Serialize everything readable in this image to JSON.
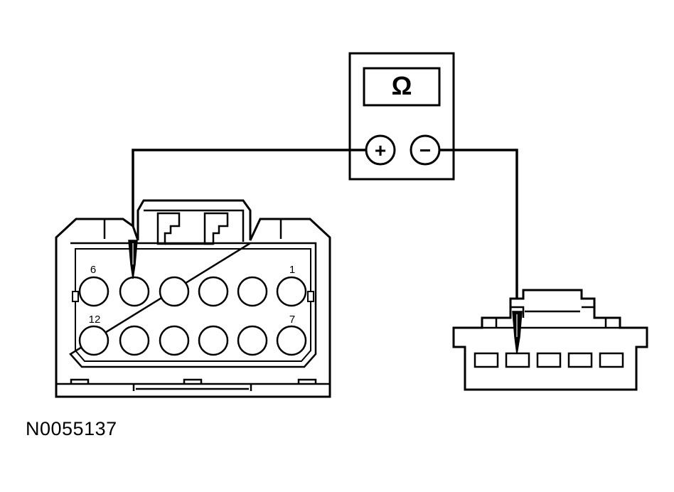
{
  "meter": {
    "display_symbol": "Ω",
    "positive_label": "+",
    "negative_label": "−"
  },
  "connector_left": {
    "pin_label_top_left": "6",
    "pin_label_top_right": "1",
    "pin_label_bottom_left": "12",
    "pin_label_bottom_right": "7"
  },
  "figure_id": "N0055137"
}
